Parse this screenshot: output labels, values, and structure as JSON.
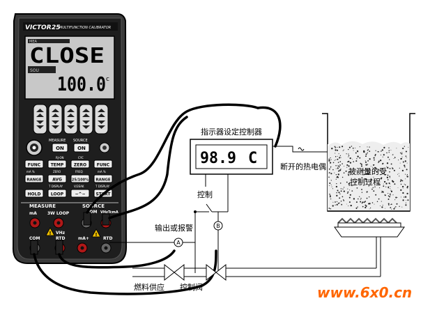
{
  "meter": {
    "brand": "VICTOR",
    "model": "25",
    "subtitle": "MULTIFUNCTION CALIBRATOR",
    "lcd_top": "CLOSE",
    "lcd_bottom": "100.0",
    "lcd_unit": "c",
    "lcd_hint_left": "MEA",
    "lcd_hint_right": "SOU",
    "measure_label": "MEASURE",
    "source_label": "SOURCE",
    "on_measure": "ON",
    "on_source": "ON",
    "btn_func_left": "FUNC",
    "btn_temp": "TEMP",
    "btn_zero": "ZERO",
    "btn_func_right": "FUNC",
    "btn_range_left": "RANGE",
    "btn_avg": "AVG",
    "btn_25_100": "25/100%",
    "btn_range_right": "RANGE",
    "btn_hold": "HOLD",
    "btn_loop": "LOOP",
    "btn_wave": "~^~",
    "btn_start": "START",
    "small_rjon": "RJ-ON",
    "small_cyc": "CYC",
    "small_ma_pct": "mA %",
    "small_zero": "ZERO",
    "small_freq": "FREQ",
    "small_ma_pct2": "mA %",
    "small_tdisplay": "T DISPLAY",
    "small_v2eak": "V/2EAK",
    "small_tdisplay2": "T DISPLAY",
    "jack_ma": "mA",
    "jack_3wloop": "3W LOOP",
    "jack_com_left": "COM",
    "jack_vhz": "VHz",
    "jack_rtd": "RTD",
    "jack_com_right": "COM",
    "jack_vhztcma": "VHzTcmA",
    "jack_ma_plus": "mA+",
    "jack_rtd2": "RTD"
  },
  "diagram": {
    "indicator_title": "指示器设定控制器",
    "indicator_value": "98.9",
    "indicator_unit": "C",
    "control_label": "控制",
    "output_alarm_label": "输出或报警",
    "marker_a": "A",
    "marker_b": "B",
    "broken_tc_label": "断开的热电偶",
    "process_label_line1": "被测量的受",
    "process_label_line2": "控制过程",
    "fuel_supply_label": "燃料供应",
    "control_valve_label": "控制阀",
    "watermark": "www.6x0.cn"
  },
  "colors": {
    "watermark": "#ff6600",
    "line": "#000000",
    "lcd_bg": "#c8c8c8",
    "meter_body": "#333333",
    "jack_red": "#b01818",
    "warn_yellow": "#f0c000"
  }
}
